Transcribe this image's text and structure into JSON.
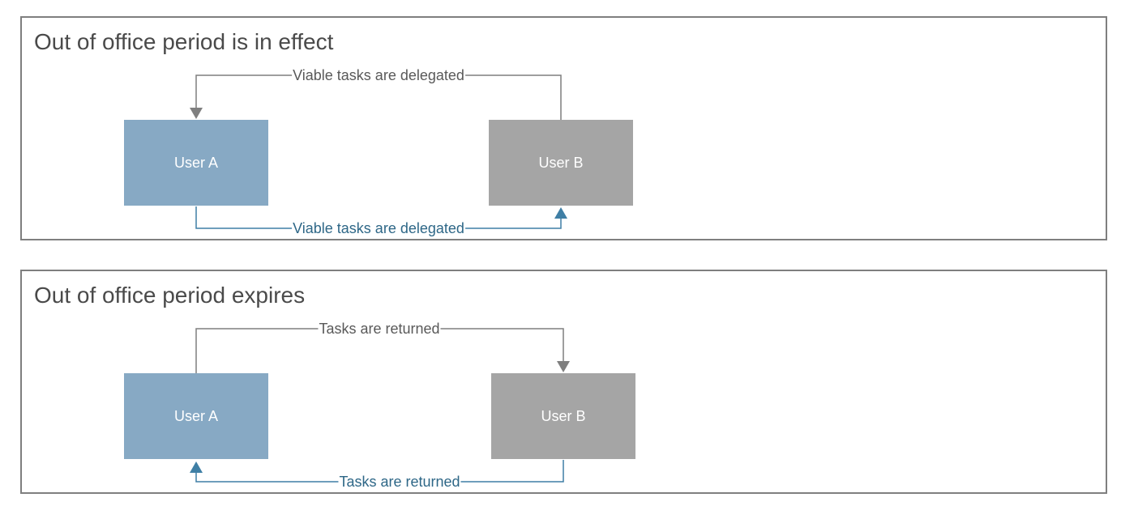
{
  "panels": [
    {
      "title": "Out of office period is in effect",
      "user_a": "User A",
      "user_b": "User B",
      "top_edge_label": "Viable tasks are delegated",
      "bottom_edge_label": "Viable tasks are delegated"
    },
    {
      "title": "Out of office period expires",
      "user_a": "User A",
      "user_b": "User B",
      "top_edge_label": "Tasks are returned",
      "bottom_edge_label": "Tasks are returned"
    }
  ],
  "colors": {
    "user_a_fill": "#87a9c4",
    "user_b_fill": "#a5a5a5",
    "gray_connector": "#7f7f7f",
    "blue_connector": "#3f7fa5",
    "panel_border": "#7f7f7f"
  }
}
